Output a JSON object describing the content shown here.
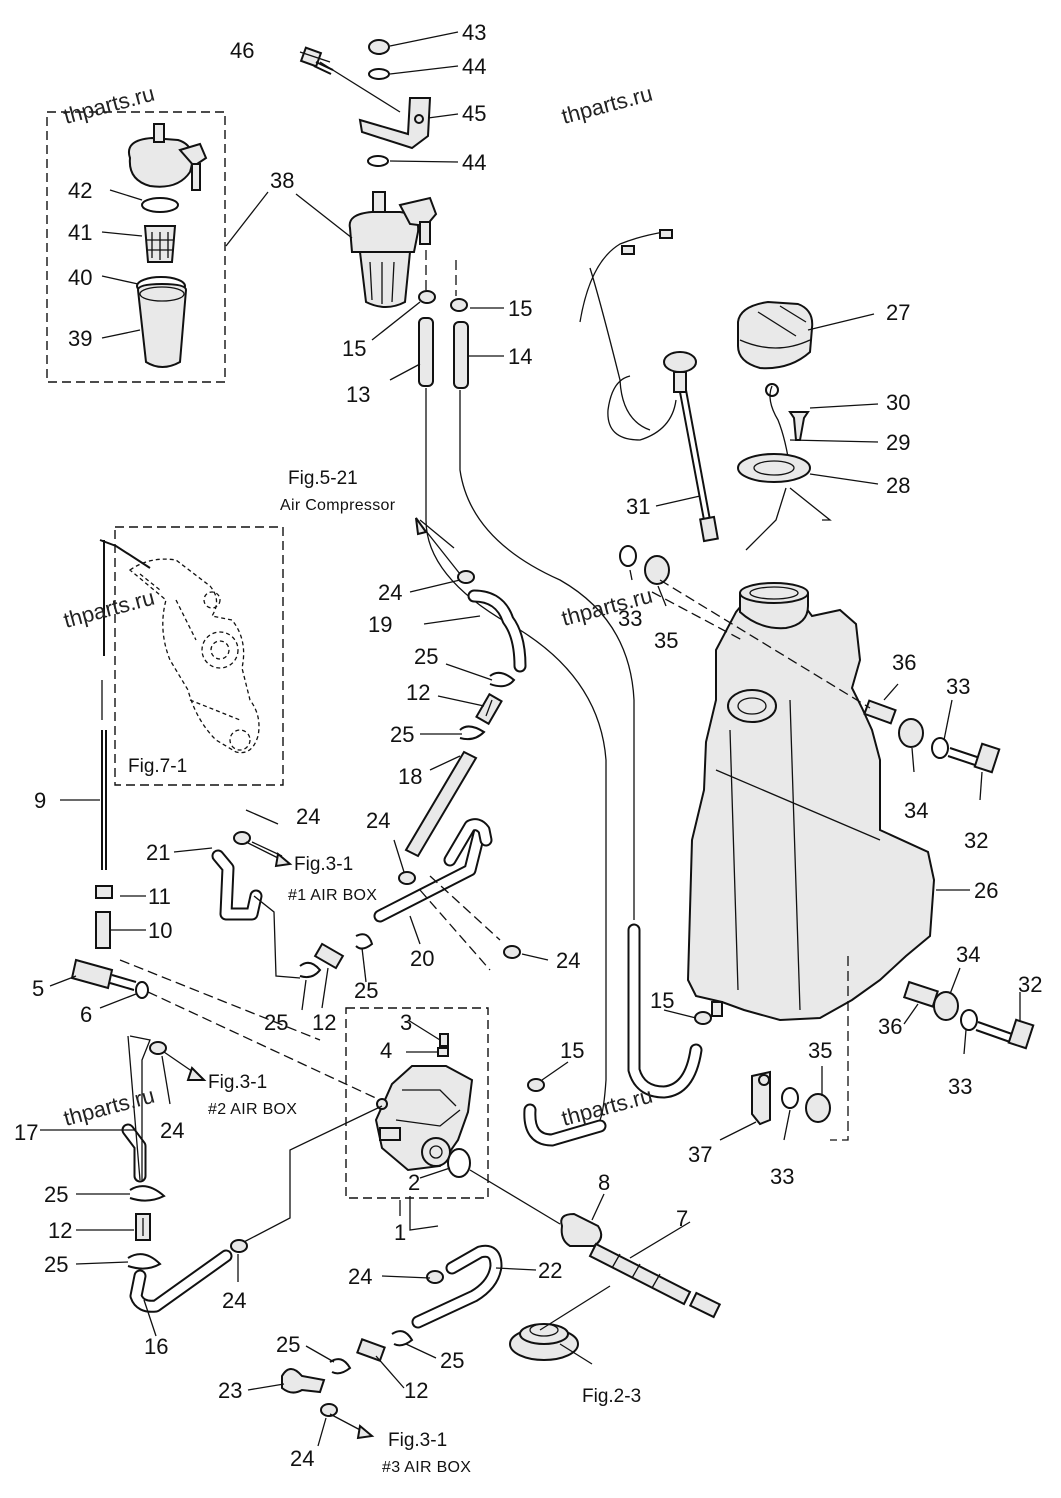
{
  "watermarks": [
    "thparts.ru",
    "thparts.ru",
    "thparts.ru",
    "thparts.ru",
    "thparts.ru"
  ],
  "callouts": {
    "c1": "1",
    "c2": "2",
    "c3": "3",
    "c4": "4",
    "c5": "5",
    "c6": "6",
    "c7": "7",
    "c8": "8",
    "c9": "9",
    "c10": "10",
    "c11": "11",
    "c12a": "12",
    "c12b": "12",
    "c12c": "12",
    "c12d": "12",
    "c13": "13",
    "c14": "14",
    "c15a": "15",
    "c15b": "15",
    "c15c": "15",
    "c15d": "15",
    "c16": "16",
    "c17": "17",
    "c18": "18",
    "c19": "19",
    "c20": "20",
    "c21": "21",
    "c22": "22",
    "c23": "23",
    "c24a": "24",
    "c24b": "24",
    "c24c": "24",
    "c24d": "24",
    "c24e": "24",
    "c24f": "24",
    "c24g": "24",
    "c24h": "24",
    "c25a": "25",
    "c25b": "25",
    "c25c": "25",
    "c25d": "25",
    "c25e": "25",
    "c25f": "25",
    "c25g": "25",
    "c25h": "25",
    "c26": "26",
    "c27": "27",
    "c28": "28",
    "c29": "29",
    "c30": "30",
    "c31": "31",
    "c32a": "32",
    "c32b": "32",
    "c33a": "33",
    "c33b": "33",
    "c33c": "33",
    "c33d": "33",
    "c34a": "34",
    "c34b": "34",
    "c35a": "35",
    "c35b": "35",
    "c36a": "36",
    "c36b": "36",
    "c37": "37",
    "c38": "38",
    "c39": "39",
    "c40": "40",
    "c41": "41",
    "c42": "42",
    "c43": "43",
    "c44a": "44",
    "c44b": "44",
    "c45": "45",
    "c46": "46"
  },
  "references": {
    "fig_5_21": "Fig.5-21",
    "air_compressor": "Air Compressor",
    "fig_7_1": "Fig.7-1",
    "fig_3_1_a": "Fig.3-1",
    "air_box_1": "#1 AIR BOX",
    "fig_3_1_b": "Fig.3-1",
    "air_box_2": "#2 AIR BOX",
    "fig_3_1_c": "Fig.3-1",
    "air_box_3": "#3 AIR BOX",
    "fig_2_3": "Fig.2-3"
  }
}
